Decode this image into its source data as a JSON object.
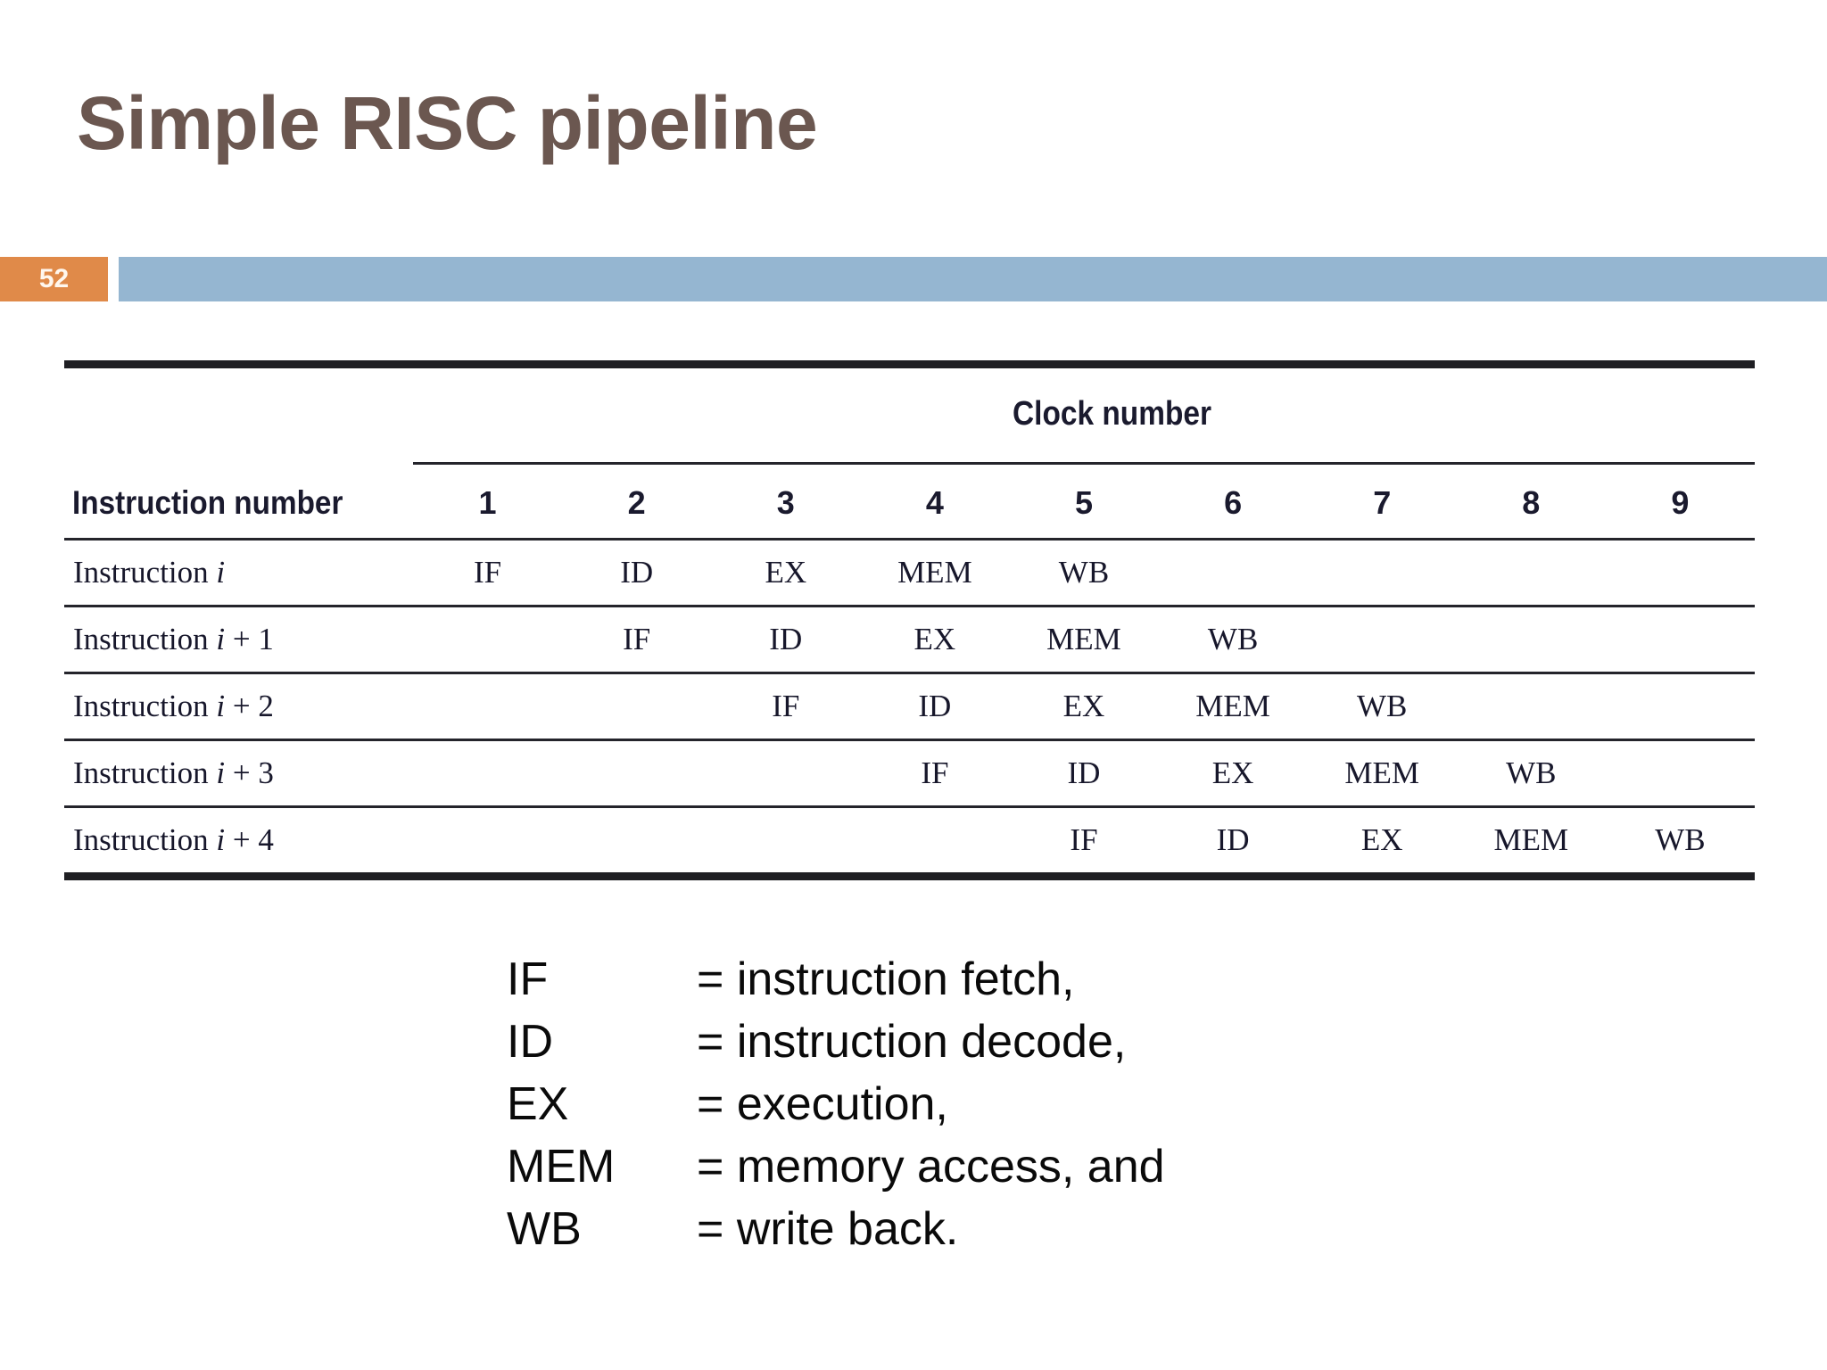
{
  "slide": {
    "title": "Simple RISC pipeline",
    "page_number": "52",
    "accent_orange": "#E08A49",
    "accent_blue": "#95B6D1",
    "title_color": "#6B5750"
  },
  "table": {
    "clock_header": "Clock number",
    "instruction_header": "Instruction number",
    "clock_columns": [
      "1",
      "2",
      "3",
      "4",
      "5",
      "6",
      "7",
      "8",
      "9"
    ],
    "rows": [
      {
        "label_prefix": "Instruction ",
        "label_italic": "i",
        "label_suffix": "",
        "cells": [
          "IF",
          "ID",
          "EX",
          "MEM",
          "WB",
          "",
          "",
          "",
          ""
        ]
      },
      {
        "label_prefix": "Instruction ",
        "label_italic": "i",
        "label_suffix": " + 1",
        "cells": [
          "",
          "IF",
          "ID",
          "EX",
          "MEM",
          "WB",
          "",
          "",
          ""
        ]
      },
      {
        "label_prefix": "Instruction ",
        "label_italic": "i",
        "label_suffix": " + 2",
        "cells": [
          "",
          "",
          "IF",
          "ID",
          "EX",
          "MEM",
          "WB",
          "",
          ""
        ]
      },
      {
        "label_prefix": "Instruction ",
        "label_italic": "i",
        "label_suffix": " + 3",
        "cells": [
          "",
          "",
          "",
          "IF",
          "ID",
          "EX",
          "MEM",
          "WB",
          ""
        ]
      },
      {
        "label_prefix": "Instruction ",
        "label_italic": "i",
        "label_suffix": " + 4",
        "cells": [
          "",
          "",
          "",
          "",
          "IF",
          "ID",
          "EX",
          "MEM",
          "WB"
        ]
      }
    ]
  },
  "legend": [
    {
      "abbr": "IF",
      "desc": "= instruction fetch,"
    },
    {
      "abbr": "ID",
      "desc": "= instruction decode,"
    },
    {
      "abbr": "EX",
      "desc": "= execution,"
    },
    {
      "abbr": "MEM",
      "desc": "= memory access, and"
    },
    {
      "abbr": "WB",
      "desc": "= write back."
    }
  ],
  "chart_data": {
    "type": "table",
    "title": "Simple RISC pipeline",
    "xlabel": "Clock number",
    "ylabel": "Instruction number",
    "categories": [
      "1",
      "2",
      "3",
      "4",
      "5",
      "6",
      "7",
      "8",
      "9"
    ],
    "series": [
      {
        "name": "Instruction i",
        "values": [
          "IF",
          "ID",
          "EX",
          "MEM",
          "WB",
          "",
          "",
          "",
          ""
        ]
      },
      {
        "name": "Instruction i + 1",
        "values": [
          "",
          "IF",
          "ID",
          "EX",
          "MEM",
          "WB",
          "",
          "",
          ""
        ]
      },
      {
        "name": "Instruction i + 2",
        "values": [
          "",
          "",
          "IF",
          "ID",
          "EX",
          "MEM",
          "WB",
          "",
          ""
        ]
      },
      {
        "name": "Instruction i + 3",
        "values": [
          "",
          "",
          "",
          "IF",
          "ID",
          "EX",
          "MEM",
          "WB",
          ""
        ]
      },
      {
        "name": "Instruction i + 4",
        "values": [
          "",
          "",
          "",
          "",
          "IF",
          "ID",
          "EX",
          "MEM",
          "WB"
        ]
      }
    ],
    "grid": false,
    "legend_position": "below"
  }
}
